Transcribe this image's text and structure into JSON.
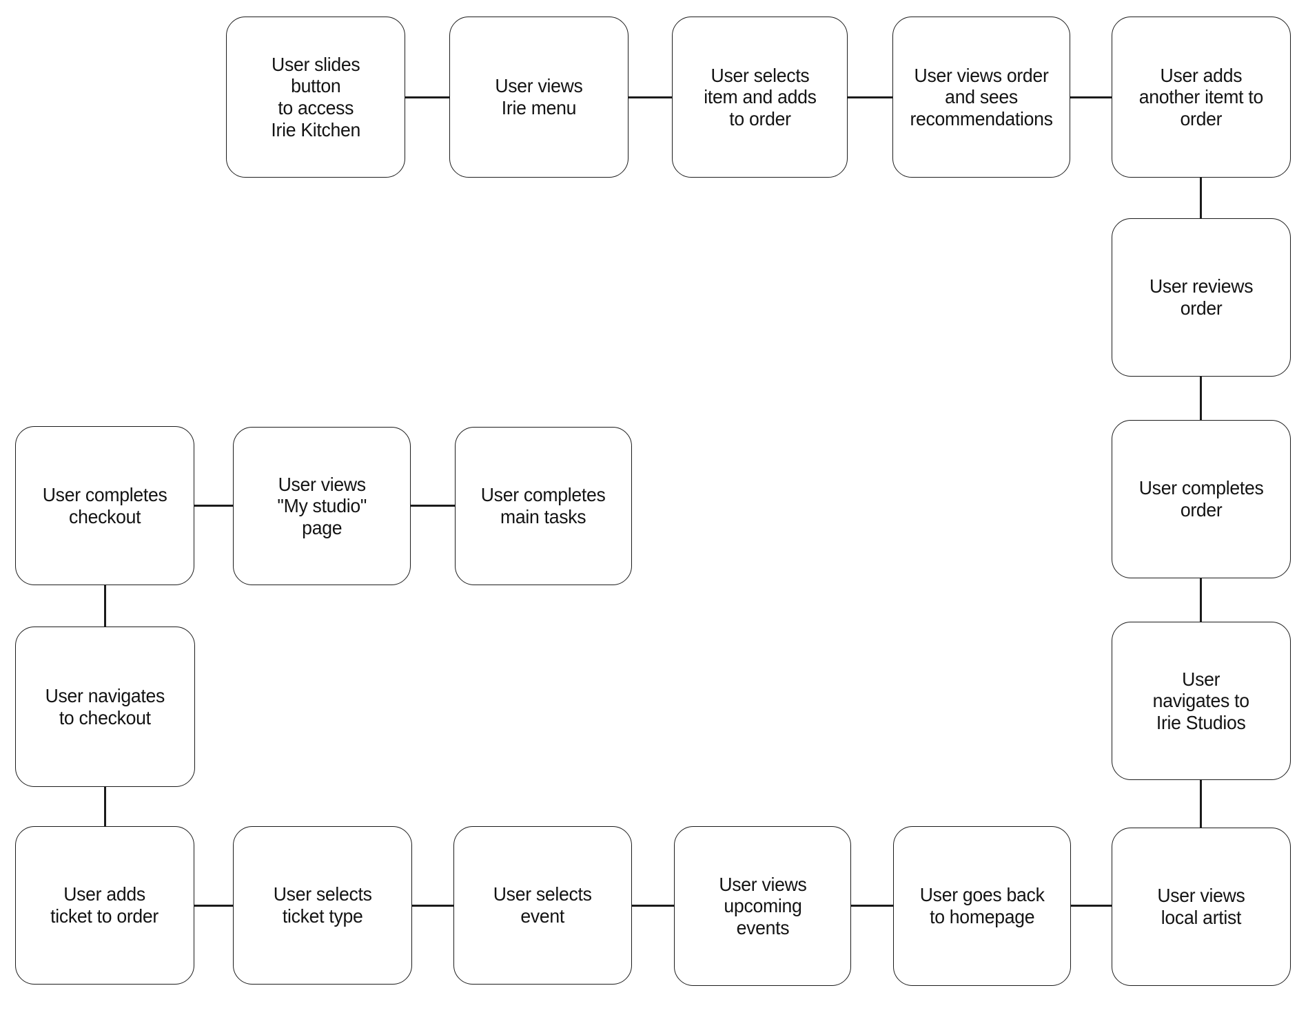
{
  "colors": {
    "background": "#ffffff",
    "node_fill": "#ffffff",
    "node_border": "#1b1b1b",
    "text": "#131313",
    "connector": "#1b1b1b"
  },
  "nodes": {
    "slides_button": {
      "text": "User slides\nbutton\nto access\nIrie Kitchen"
    },
    "views_irie_menu": {
      "text": "User views\nIrie menu"
    },
    "selects_item": {
      "text": "User selects\nitem and adds\nto order"
    },
    "views_order_recs": {
      "text": "User views order\nand sees\nrecommendations"
    },
    "adds_another_item": {
      "text": "User adds\nanother itemt to\norder"
    },
    "reviews_order": {
      "text": "User reviews\norder"
    },
    "completes_order": {
      "text": "User completes\norder"
    },
    "navigates_irie_studios": {
      "text": "User\nnavigates to\nIrie Studios"
    },
    "views_local_artist": {
      "text": "User views\nlocal artist"
    },
    "goes_back_homepage": {
      "text": "User goes back\nto homepage"
    },
    "views_upcoming_events": {
      "text": "User views\nupcoming\nevents"
    },
    "selects_event": {
      "text": "User selects\nevent"
    },
    "selects_ticket_type": {
      "text": "User selects\nticket type"
    },
    "adds_ticket": {
      "text": "User adds\nticket to order"
    },
    "navigates_checkout": {
      "text": "User navigates\nto checkout"
    },
    "completes_checkout": {
      "text": "User completes\ncheckout"
    },
    "views_my_studio": {
      "text": "User views\n\"My studio\"\npage"
    },
    "completes_main_tasks": {
      "text": "User completes\nmain tasks"
    }
  }
}
